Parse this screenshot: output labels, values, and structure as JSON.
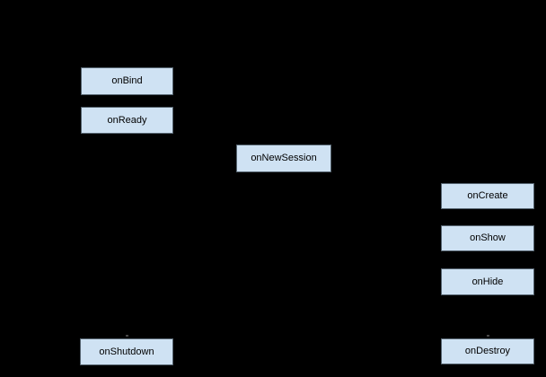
{
  "diagram": {
    "background_color": "#000000",
    "node_fill_color": "#cfe2f3",
    "node_border_color": "#566470",
    "node_text_color": "#000000",
    "nodes": [
      {
        "id": "onBind",
        "label": "onBind"
      },
      {
        "id": "onReady",
        "label": "onReady"
      },
      {
        "id": "onNewSession",
        "label": "onNewSession"
      },
      {
        "id": "onCreate",
        "label": "onCreate"
      },
      {
        "id": "onShow",
        "label": "onShow"
      },
      {
        "id": "onHide",
        "label": "onHide"
      },
      {
        "id": "onShutdown",
        "label": "onShutdown"
      },
      {
        "id": "onDestroy",
        "label": "onDestroy"
      }
    ]
  }
}
